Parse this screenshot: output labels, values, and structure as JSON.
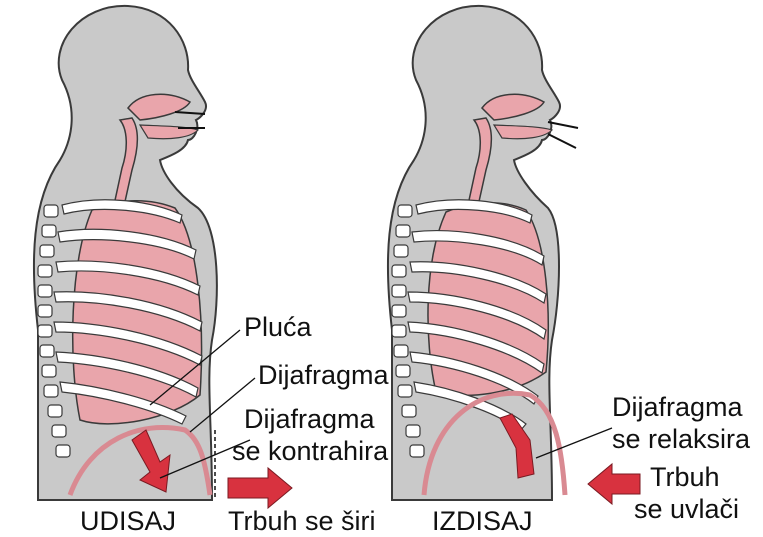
{
  "panels": {
    "left": {
      "caption": "UDISAJ",
      "labels": {
        "lungs": "Pluća",
        "diaphragm": "Dijafragma",
        "diaphragm_action_1": "Dijafragma",
        "diaphragm_action_2": "se kontrahira",
        "abdomen": "Trbuh se širi"
      }
    },
    "right": {
      "caption": "IZDISAJ",
      "labels": {
        "diaphragm_action_1": "Dijafragma",
        "diaphragm_action_2": "se relaksira",
        "abdomen_1": "Trbuh",
        "abdomen_2": "se uvlači"
      }
    }
  },
  "colors": {
    "body_fill": "#c9c9c9",
    "outline": "#3a3a3a",
    "lung_fill": "#e9a5ab",
    "lung_stripe": "#d98a92",
    "rib": "#ffffff",
    "arrow": "#d8323f"
  }
}
